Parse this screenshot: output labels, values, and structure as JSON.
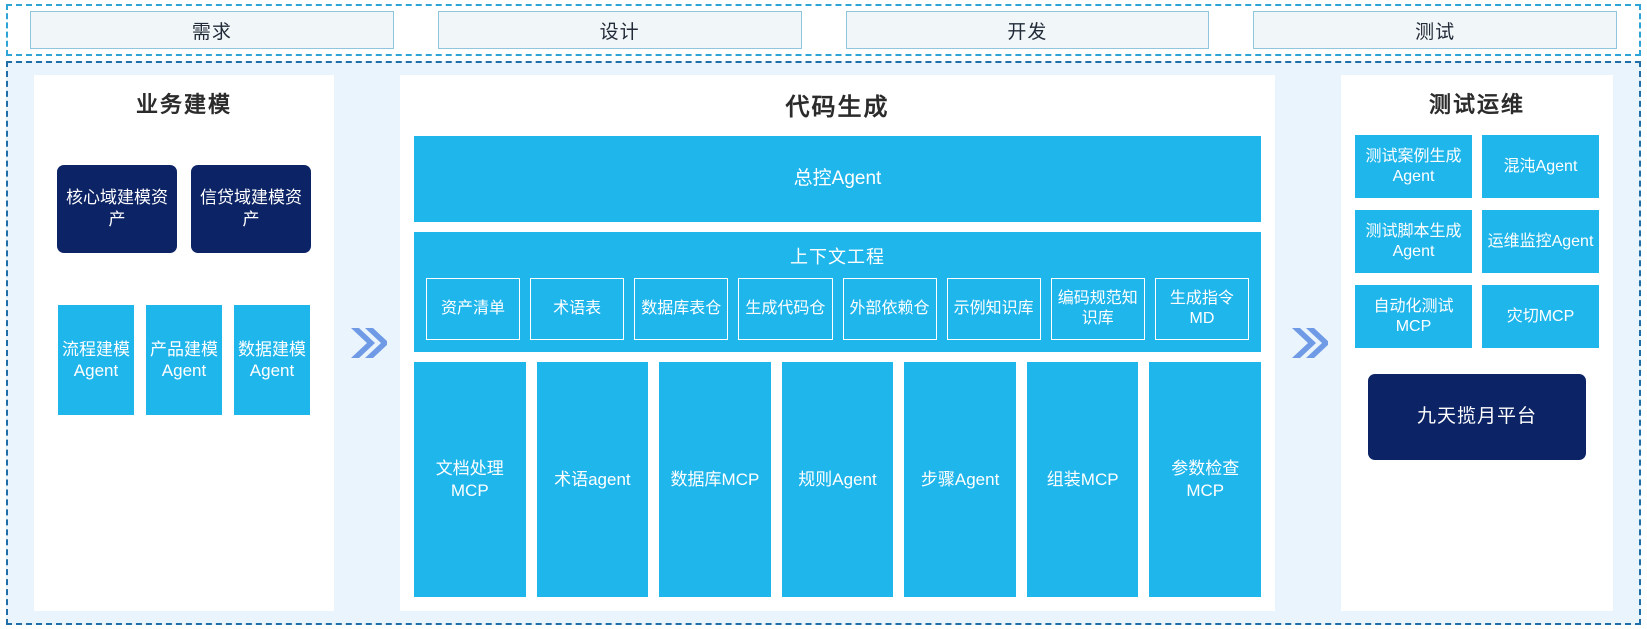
{
  "phases": [
    {
      "label": "需求"
    },
    {
      "label": "设计"
    },
    {
      "label": "开发"
    },
    {
      "label": "测试"
    }
  ],
  "arrows": {
    "icon": "double-chevron-right-icon",
    "color": "#6f9ae6"
  },
  "colors": {
    "accent_blue": "#1fb6ec",
    "navy": "#0c2365",
    "band_background": "#e9f4fc",
    "phase_fill": "#f1f6f9",
    "dashed_border": "#1f6ea8"
  },
  "left_panel": {
    "title": "业务建模",
    "assets": [
      {
        "label": "核心域建模资产"
      },
      {
        "label": "信贷域建模资产"
      }
    ],
    "agents": [
      {
        "label": "流程建模Agent"
      },
      {
        "label": "产品建模Agent"
      },
      {
        "label": "数据建模Agent"
      }
    ]
  },
  "center_panel": {
    "title": "代码生成",
    "master_agent": {
      "label": "总控Agent"
    },
    "context": {
      "title": "上下文工程",
      "items": [
        {
          "label": "资产清单"
        },
        {
          "label": "术语表"
        },
        {
          "label": "数据库表仓"
        },
        {
          "label": "生成代码仓"
        },
        {
          "label": "外部依赖仓"
        },
        {
          "label": "示例知识库"
        },
        {
          "label": "编码规范知识库"
        },
        {
          "label": "生成指令MD"
        }
      ]
    },
    "tools": [
      {
        "label": "文档处理MCP"
      },
      {
        "label": "术语agent"
      },
      {
        "label": "数据库MCP"
      },
      {
        "label": "规则Agent"
      },
      {
        "label": "步骤Agent"
      },
      {
        "label": "组装MCP"
      },
      {
        "label": "参数检查MCP"
      }
    ]
  },
  "right_panel": {
    "title": "测试运维",
    "items": [
      {
        "label": "测试案例生成Agent"
      },
      {
        "label": "混沌Agent"
      },
      {
        "label": "测试脚本生成Agent"
      },
      {
        "label": "运维监控Agent"
      },
      {
        "label": "自动化测试MCP"
      },
      {
        "label": "灾切MCP"
      }
    ],
    "platform": {
      "label": "九天揽月平台"
    }
  }
}
